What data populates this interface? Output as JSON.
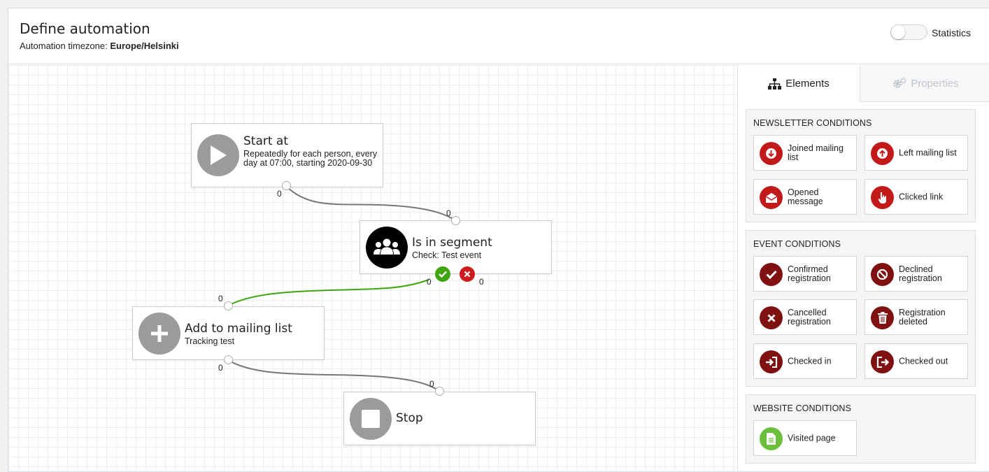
{
  "header": {
    "title": "Define automation",
    "timezone_label": "Automation timezone:",
    "timezone_value": "Europe/Helsinki",
    "statistics_label": "Statistics"
  },
  "canvas": {
    "nodes": {
      "start": {
        "title": "Start at",
        "subtitle": "Repeatedly for each person, every day at 07:00, starting 2020-09-30",
        "icon": "play-icon"
      },
      "segment": {
        "title": "Is in segment",
        "subtitle": "Check: Test event",
        "icon": "users-icon"
      },
      "add": {
        "title": "Add to mailing list",
        "subtitle": "Tracking test",
        "icon": "plus-icon"
      },
      "stop": {
        "title": "Stop",
        "icon": "stop-icon"
      }
    },
    "port_labels": {
      "start_out": "0",
      "segment_in": "0",
      "segment_yes": "0",
      "segment_no": "0",
      "add_in": "0",
      "add_out": "0",
      "stop_in": "0"
    },
    "colors": {
      "wire": "#777777",
      "wire_yes": "#3fa511",
      "yes": "#3fa511",
      "no": "#cc1c1c"
    }
  },
  "sidebar": {
    "tabs": {
      "elements": "Elements",
      "properties": "Properties"
    },
    "newsletter": {
      "title": "NEWSLETTER CONDITIONS",
      "items": [
        {
          "label": "Joined mailing list",
          "icon": "arrow-down-circle-icon"
        },
        {
          "label": "Left mailing list",
          "icon": "arrow-up-circle-icon"
        },
        {
          "label": "Opened message",
          "icon": "envelope-open-icon"
        },
        {
          "label": "Clicked link",
          "icon": "pointer-hand-icon"
        }
      ]
    },
    "event": {
      "title": "EVENT CONDITIONS",
      "items": [
        {
          "label": "Confirmed registration",
          "icon": "check-icon"
        },
        {
          "label": "Declined registration",
          "icon": "ban-icon"
        },
        {
          "label": "Cancelled registration",
          "icon": "x-icon"
        },
        {
          "label": "Registration deleted",
          "icon": "trash-icon"
        },
        {
          "label": "Checked in",
          "icon": "sign-in-icon"
        },
        {
          "label": "Checked out",
          "icon": "sign-out-icon"
        }
      ]
    },
    "website": {
      "title": "WEBSITE CONDITIONS",
      "items": [
        {
          "label": "Visited page",
          "icon": "document-icon"
        }
      ]
    },
    "colors": {
      "newsletter_icon": "#c21a1a",
      "event_icon": "#7f1111",
      "website_icon": "#6bbf3a"
    }
  }
}
